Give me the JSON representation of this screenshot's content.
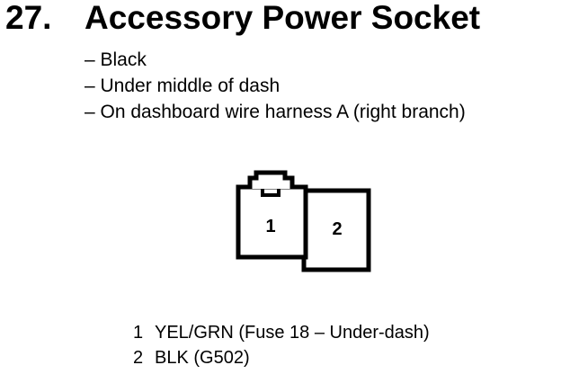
{
  "section": {
    "number": "27.",
    "title": "Accessory Power Socket"
  },
  "notes": [
    "– Black",
    "– Under middle of dash",
    "– On dashboard wire harness A (right branch)"
  ],
  "connector": {
    "pins": [
      {
        "number": "1"
      },
      {
        "number": "2"
      }
    ]
  },
  "legend": [
    {
      "pin": "1",
      "wire": "YEL/GRN (Fuse 18 – Under-dash)"
    },
    {
      "pin": "2",
      "wire": "BLK (G502)"
    }
  ]
}
